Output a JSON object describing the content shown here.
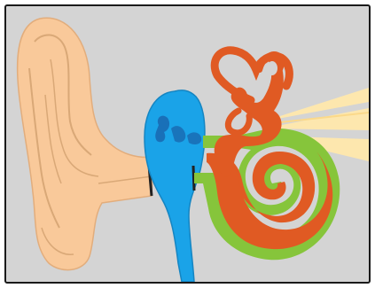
{
  "diagram": {
    "subject": "ear-anatomy",
    "parts": [
      {
        "id": "outer-ear",
        "color": "#f9c99a"
      },
      {
        "id": "middle-ear",
        "color": "#1aa3e8"
      },
      {
        "id": "ossicles",
        "color": "#1a5fa8"
      },
      {
        "id": "semicircular-canals",
        "color": "#e05a23"
      },
      {
        "id": "cochlea-outer",
        "color": "#86c53b"
      },
      {
        "id": "cochlea-inner",
        "color": "#e05a23"
      },
      {
        "id": "auditory-nerve",
        "color": "#fde7ae"
      }
    ],
    "colors": {
      "background": "#d4d4d4",
      "border": "#1a1a1a",
      "outline": "#d9a877"
    }
  }
}
